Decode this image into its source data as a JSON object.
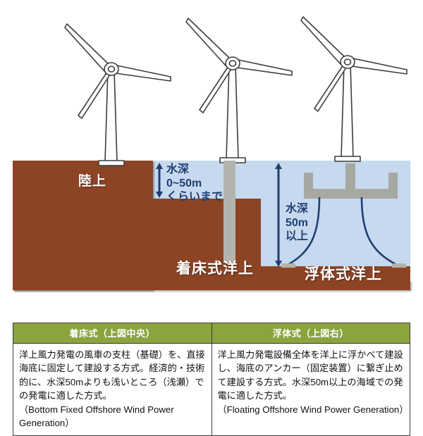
{
  "diagram": {
    "labels": {
      "onshore": "陸上",
      "bottom_fixed": "着床式洋上",
      "floating": "浮体式洋上"
    },
    "depth_annotations": [
      {
        "name": "shallow-depth",
        "line1": "水深",
        "line2": "0~50m",
        "line3": "くらいまで"
      },
      {
        "name": "deep-depth",
        "line1": "水深",
        "line2": "50m",
        "line3": "以上"
      }
    ],
    "colors": {
      "earth": "#8d4425",
      "water": "#c6d9ef",
      "steel": "#b3b3ad",
      "arrow": "#1f3f73",
      "label_text": "#ffffff"
    }
  },
  "table": {
    "headers": [
      "着床式（上図中央）",
      "浮体式（上図右）"
    ],
    "rows": [
      {
        "japanese": "洋上風力発電の風車の支柱（基礎）を、直接海底に固定して建設する方式。経済的・技術的に、水深50mよりも浅いところ（浅瀬）での発電に適した方式。",
        "english": "（Bottom Fixed Offshore Wind Power Generation）"
      },
      {
        "japanese": "洋上風力発電設備全体を洋上に浮かべて建設し、海底のアンカー（固定装置）に繋ぎ止めて建設する方式。水深50m以上の海域での発電に適した方式。",
        "english": "（Floating Offshore Wind Power Generation）"
      }
    ],
    "header_color": "#8ba43f"
  }
}
